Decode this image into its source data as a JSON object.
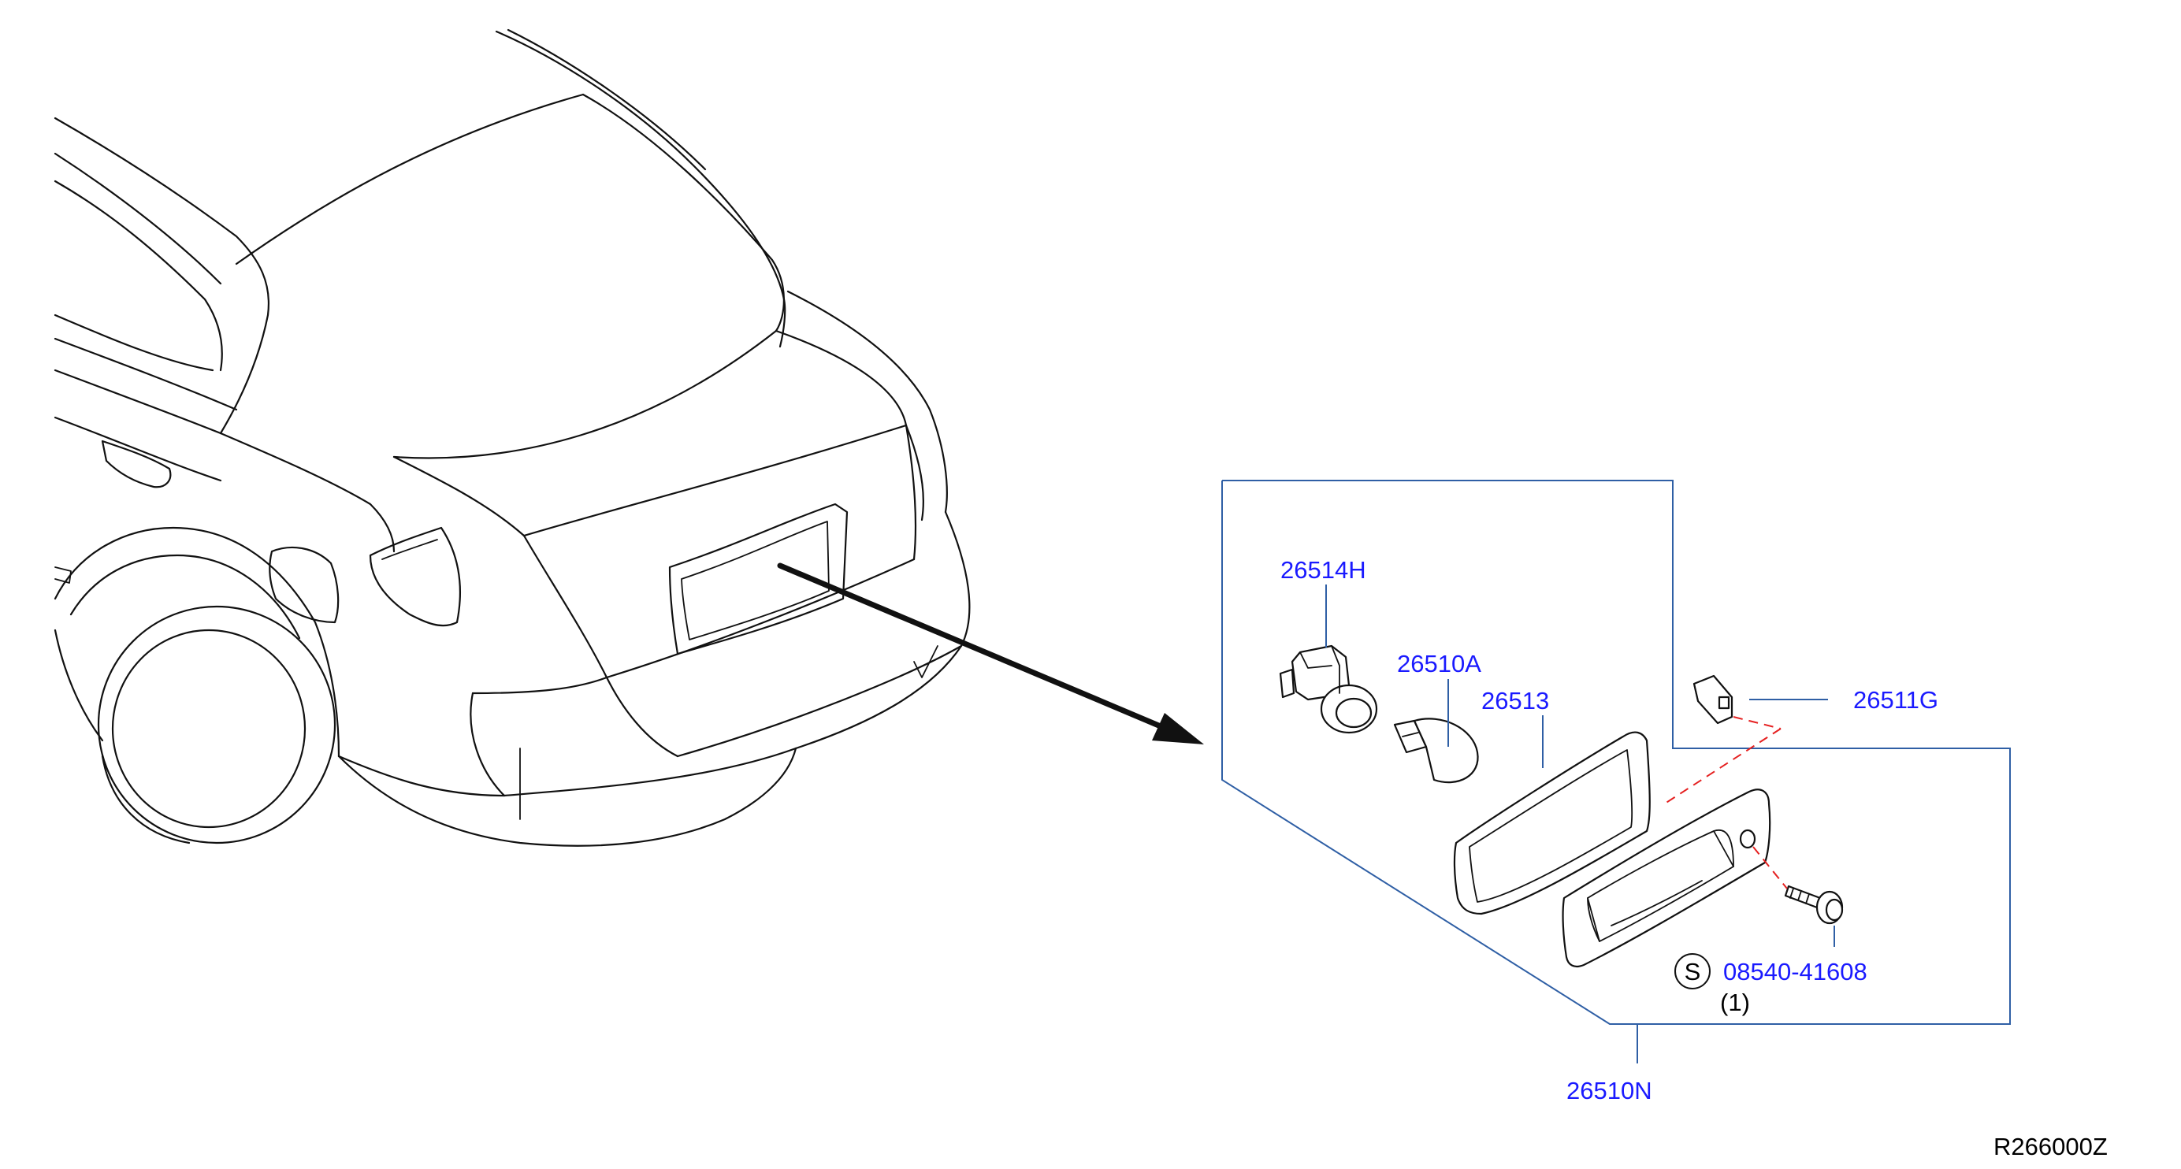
{
  "parts": {
    "socket": "26514H",
    "bulb": "26510A",
    "gasket": "26513",
    "clip": "26511G",
    "assembly": "26510N",
    "screw": "08540-41608"
  },
  "screw_symbol": "S",
  "screw_qty": "(1)",
  "diagram_code": "R266000Z"
}
